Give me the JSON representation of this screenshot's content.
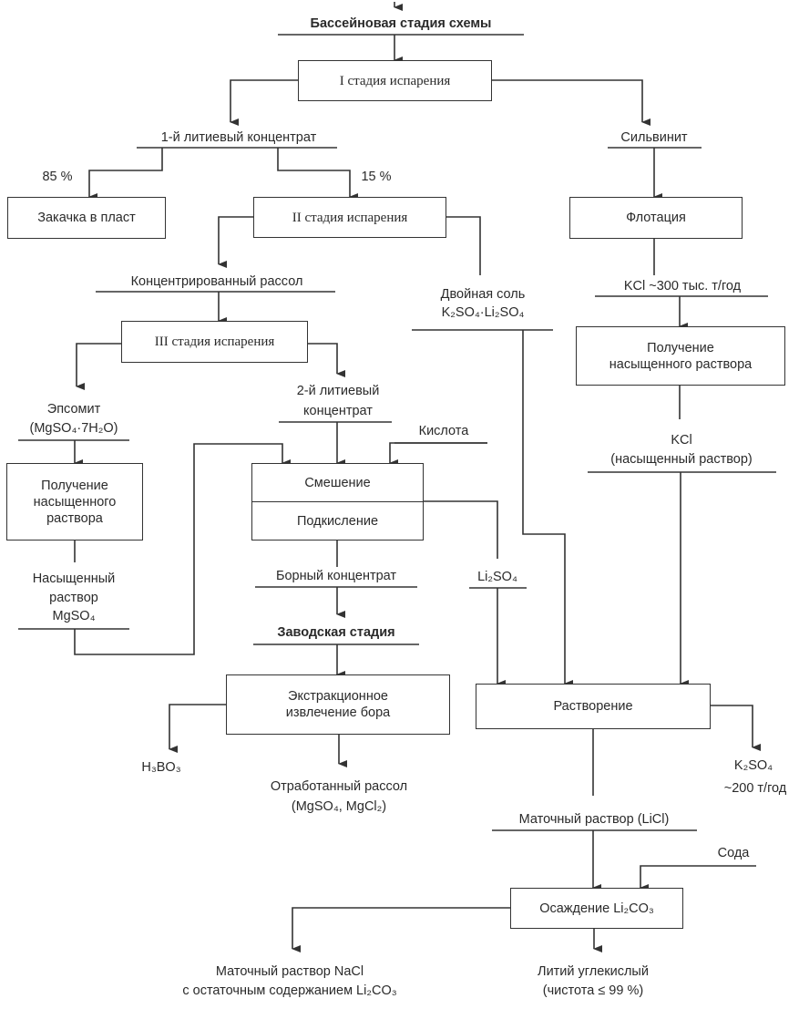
{
  "diagram": {
    "type": "process-flowchart",
    "colors": {
      "line": "#333333",
      "text": "#2a2a2a",
      "background": "#ffffff"
    },
    "labels": {
      "basin_stage": "Бассейновая стадия схемы",
      "li_conc_1": "1-й литиевый концентрат",
      "pct_85": "85 %",
      "pct_15": "15 %",
      "sylvinite": "Сильвинит",
      "conc_brine": "Концентрированный рассол",
      "double_salt_l1": "Двойная соль",
      "double_salt_l2": "K₂SO₄·Li₂SO₄",
      "kcl_300": "KCl ~300 тыс. т/год",
      "epsomite_l1": "Эпсомит",
      "epsomite_l2": "(MgSO₄·7H₂O)",
      "li_conc_2_l1": "2-й литиевый",
      "li_conc_2_l2": "концентрат",
      "acid": "Кислота",
      "kcl_sat_l1": "KCl",
      "kcl_sat_l2": "(насыщенный раствор)",
      "mgso4_sat_l1": "Насыщенный",
      "mgso4_sat_l2": "раствор",
      "mgso4_sat_l3": "MgSO₄",
      "boron_conc": "Борный концентрат",
      "li2so4": "Li₂SO₄",
      "plant_stage": "Заводская стадия",
      "h3bo3": "H₃BO₃",
      "spent_brine_l1": "Отработанный рассол",
      "spent_brine_l2": "(MgSO₄, MgCl₂)",
      "k2so4_l1": "K₂SO₄",
      "k2so4_l2": "~200 т/год",
      "mother_licl": "Маточный раствор (LiCl)",
      "soda": "Сода",
      "mother_nacl_l1": "Маточный раствор NaCl",
      "mother_nacl_l2": "с остаточным содержанием Li₂CO₃",
      "li_carbonate_l1": "Литий углекислый",
      "li_carbonate_l2": "(чистота ≤ 99 %)"
    },
    "boxes": {
      "evap_1": "I стадия испарения",
      "injection": "Закачка в пласт",
      "evap_2": "II стадия испарения",
      "flotation": "Флотация",
      "evap_3": "III стадия испарения",
      "sat_solution_kcl_l1": "Получение",
      "sat_solution_kcl_l2": "насыщенного раствора",
      "sat_solution_mg_l1": "Получение",
      "sat_solution_mg_l2": "насыщенного",
      "sat_solution_mg_l3": "раствора",
      "mixing": "Смешение",
      "acidification": "Подкисление",
      "extraction_l1": "Экстракционное",
      "extraction_l2": "извлечение бора",
      "dissolution": "Растворение",
      "precipitation": "Осаждение Li₂CO₃"
    }
  }
}
